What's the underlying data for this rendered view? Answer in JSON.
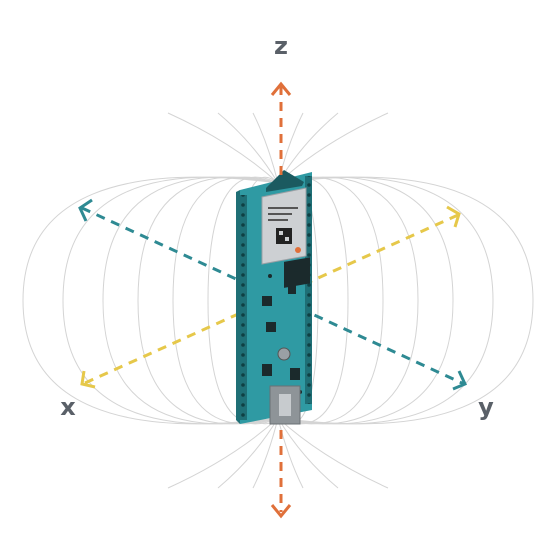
{
  "axes": {
    "z": {
      "label": "z",
      "color": "#e0703a"
    },
    "x": {
      "label": "x",
      "color": "#2e8a93"
    },
    "y": {
      "label": "y",
      "color": "#e6c84a"
    }
  },
  "board": {
    "color": "#2f9aa3",
    "module_color": "#cdd0d3"
  },
  "field_lines": {
    "color": "#cfcfcf"
  }
}
